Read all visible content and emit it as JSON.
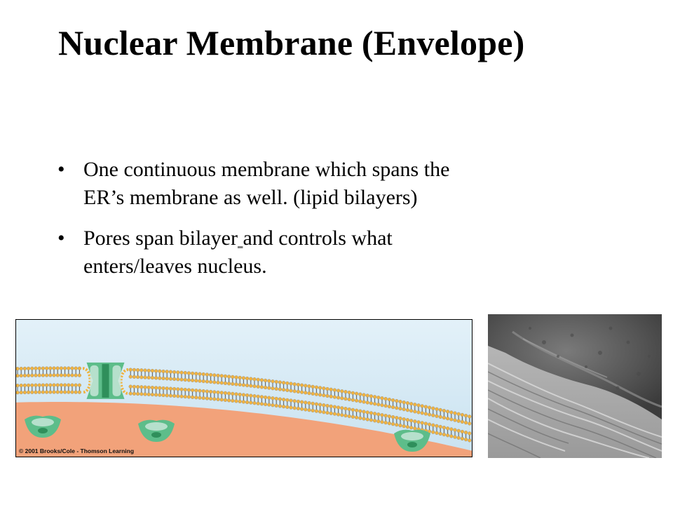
{
  "slide": {
    "title": "Nuclear Membrane (Envelope)",
    "bullets": [
      {
        "symbol": "•",
        "line1": "One continuous membrane which spans the",
        "line2": "ER’s membrane as well. (lipid bilayers)"
      },
      {
        "symbol": "•",
        "line1_a": "Pores span bilayer",
        "line1_gap": " ",
        "line1_b": "and controls what",
        "line2": "enters/leaves nucleus."
      }
    ]
  },
  "figure": {
    "credit": "© 2001 Brooks/Cole - Thomson Learning",
    "colors": {
      "cytoplasm_top": "#e3f1f9",
      "cytoplasm_bottom": "#c9e2f0",
      "nucleoplasm": "#f2a27a",
      "lipid_head": "#f0b340",
      "lipid_head_outline": "#8a8a8a",
      "lipid_tail": "#555555",
      "pore_protein": "#5dbd8a",
      "pore_highlight": "#cde9dc",
      "pore_channel": "#2f8f5b"
    },
    "micrograph_icon": "freeze-fracture-micrograph"
  }
}
